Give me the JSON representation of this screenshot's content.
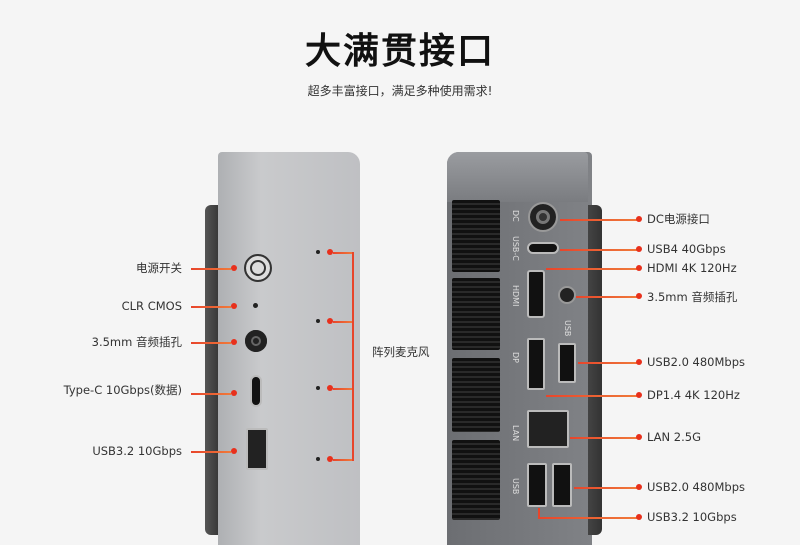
{
  "title": "大满贯接口",
  "subtitle": "超多丰富接口，满足多种使用需求!",
  "front_labels": [
    "电源开关",
    "CLR CMOS",
    "3.5mm 音频插孔",
    "Type-C 10Gbps(数据)",
    "USB3.2 10Gbps"
  ],
  "mic_label": "阵列麦克风",
  "back_labels": [
    "DC电源接口",
    "USB4 40Gbps",
    "HDMI 4K 120Hz",
    "3.5mm 音频插孔",
    "USB2.0 480Mbps",
    "DP1.4 4K 120Hz",
    "LAN 2.5G",
    "USB2.0 480Mbps",
    "USB3.2 10Gbps"
  ],
  "port_markings": {
    "dc": "DC",
    "usbc": "USB-C",
    "hdmi": "HDMI",
    "usb": "USB",
    "dp": "DP",
    "lan": "LAN",
    "usb2": "USB"
  },
  "accent": "#e8301c"
}
